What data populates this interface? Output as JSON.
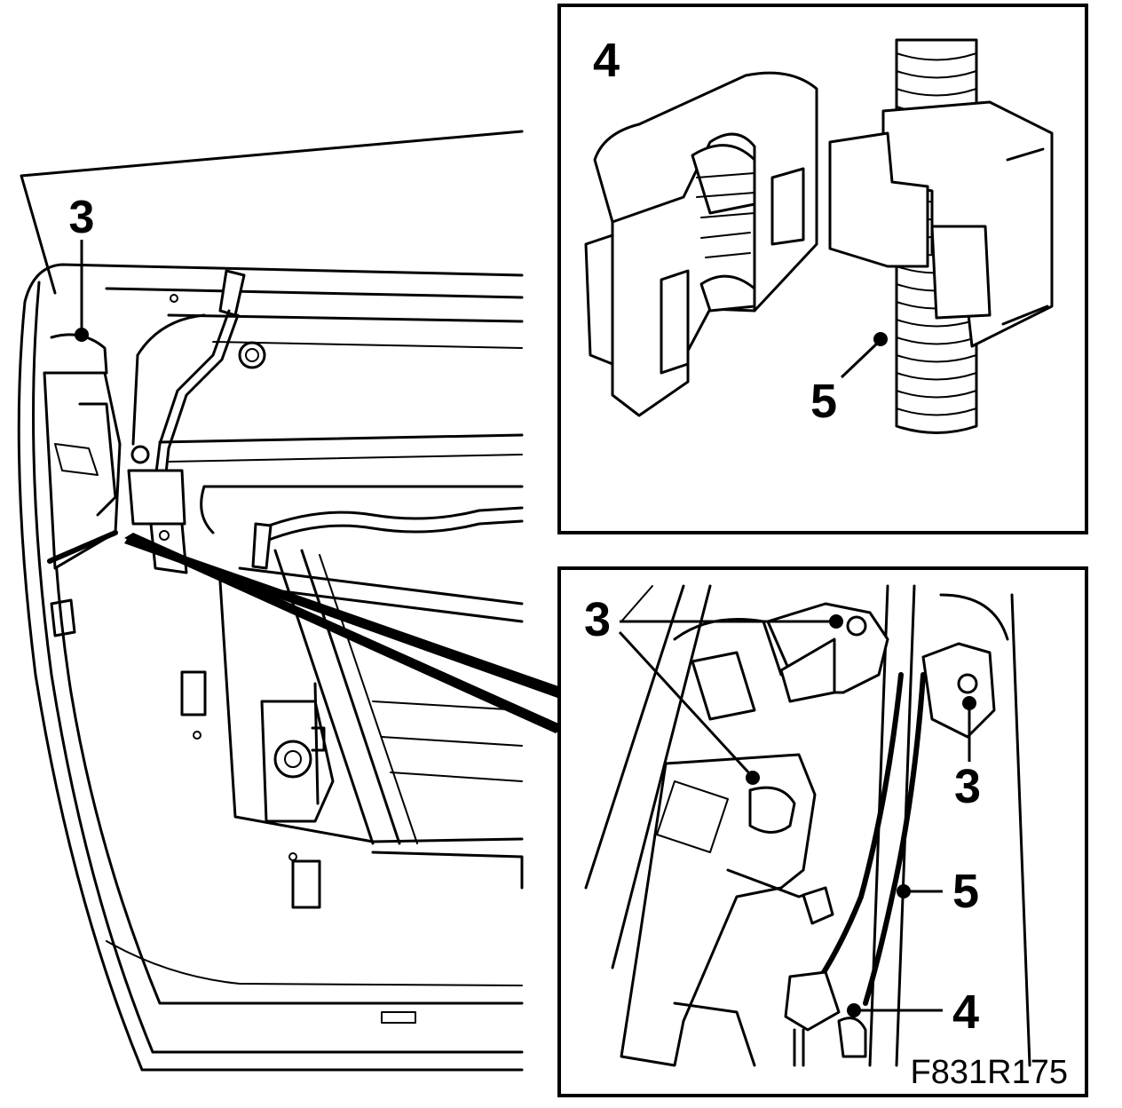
{
  "main_view": {
    "callout_3": "3"
  },
  "detail_top": {
    "callout_4": "4",
    "callout_5": "5"
  },
  "detail_bottom": {
    "callout_3a": "3",
    "callout_3b": "3",
    "callout_5": "5",
    "callout_4": "4"
  },
  "figure_code": "F831R175"
}
